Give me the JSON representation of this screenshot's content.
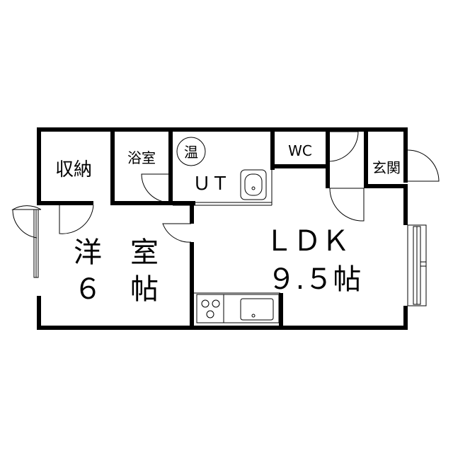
{
  "rooms": {
    "storage": "収納",
    "bath": "浴室",
    "water_heater": "温",
    "utility": "ＵＴ",
    "toilet": "WC",
    "entrance": "玄関",
    "western_room_line1": "洋　室",
    "western_room_line2": "６　帖",
    "ldk_line1": "ＬＤＫ",
    "ldk_line2": "９.５帖"
  },
  "colors": {
    "wall": "#000000",
    "background": "#ffffff"
  }
}
